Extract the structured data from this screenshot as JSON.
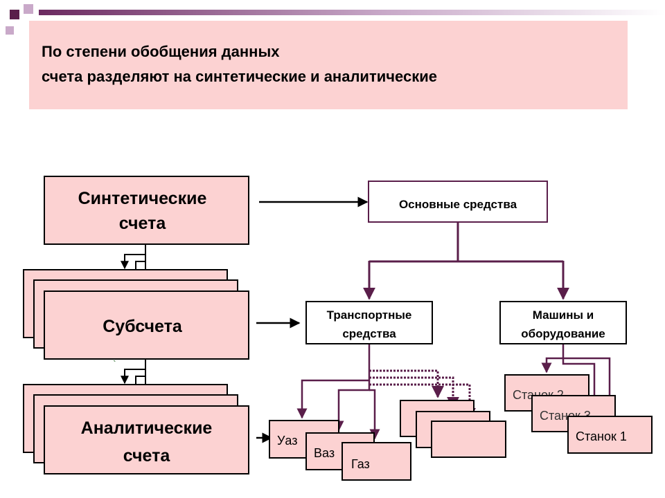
{
  "title": {
    "line1": "По степени обобщения данных",
    "line2": "счета разделяют на синтетические и аналитические"
  },
  "left_column": {
    "synthetic_line1": "Синтетические",
    "synthetic_line2": "счета",
    "subaccounts": "Субсчета",
    "analytic_line1": "Аналитические",
    "analytic_line2": "счета",
    "stray_mark": "`"
  },
  "tree": {
    "root": "Основные средства",
    "transport_line1": "Транспортные",
    "transport_line2": "средства",
    "machines_line1": "Машины и",
    "machines_line2": "оборудование",
    "cars": [
      "Уаз",
      "Ваз",
      "Газ"
    ],
    "machines": [
      "Станок 2",
      "Станок 3",
      "Станок 1"
    ]
  },
  "colors": {
    "box_fill": "#fcd2d2",
    "connector": "#5a1e4a",
    "accent": "#800060"
  }
}
